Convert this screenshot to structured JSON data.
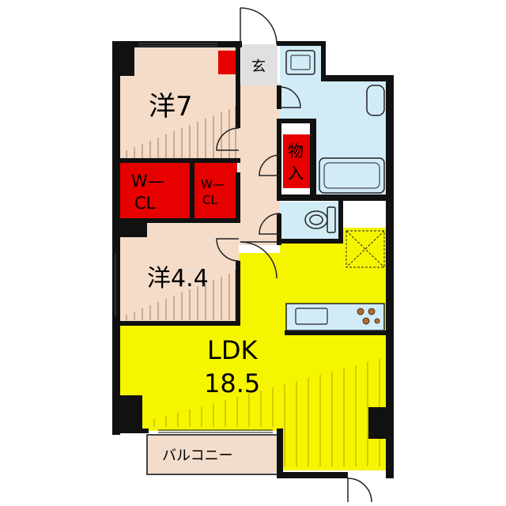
{
  "rooms": {
    "western_7": "洋7",
    "western_4_4": "洋4.4",
    "ldk": "LDK",
    "ldk_size": "18.5",
    "wcl_left": [
      "W—",
      "CL"
    ],
    "wcl_right": [
      "W—",
      "CL"
    ],
    "storage": [
      "物",
      "入"
    ],
    "entrance": "玄",
    "balcony": "バルコニー"
  },
  "colors": {
    "western_room": "#f5dcc8",
    "hall": "#f5dcc8",
    "ldk": "#f5f500",
    "closet": "#e60000",
    "wet_area": "#d2ecf7",
    "entrance": "#e0e0e0",
    "balcony": "#f2dccb",
    "wall": "#111111"
  }
}
